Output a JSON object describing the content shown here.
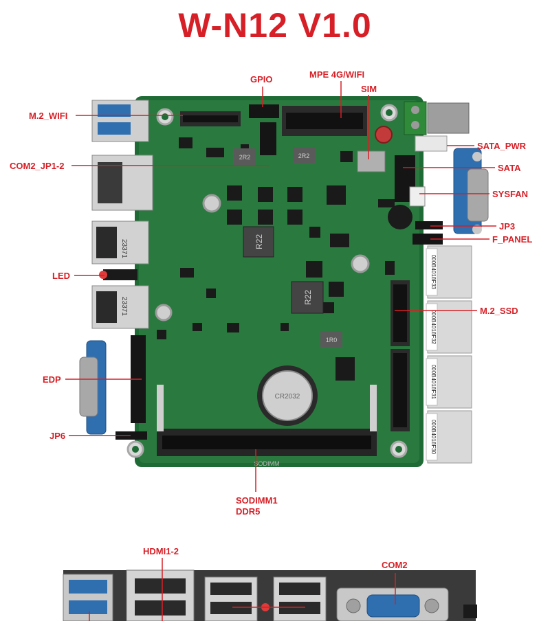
{
  "title": "W-N12 V1.0",
  "colors": {
    "accent": "#d61f26",
    "pcb": "#1f6b35"
  },
  "labels": {
    "gpio": "GPIO",
    "mpe": "MPE 4G/WIFI",
    "sim": "SIM",
    "m2_wifi": "M.2_WIFI",
    "com2_jp": "COM2_JP1-2",
    "sata_pwr": "SATA_PWR",
    "sata": "SATA",
    "sysfan": "SYSFAN",
    "jp3": "JP3",
    "f_panel": "F_PANEL",
    "led": "LED",
    "m2_ssd": "M.2_SSD",
    "edp": "EDP",
    "jp6": "JP6",
    "sodimm_1": "SODIMM1",
    "sodimm_2": "DDR5",
    "hdmi": "HDMI1-2",
    "com2": "COM2"
  },
  "silkscreen": {
    "ic_mark": "R22",
    "ic_mark_2": "2R2",
    "ic_mark_3": "1R0",
    "lan_1": "000B4018F33",
    "lan_2": "000B4018F32",
    "lan_3": "000B4018F31",
    "lan_4": "000B4018F30",
    "usb_mark": "23371",
    "battery": "CR2032",
    "slot": "SODIMM"
  }
}
